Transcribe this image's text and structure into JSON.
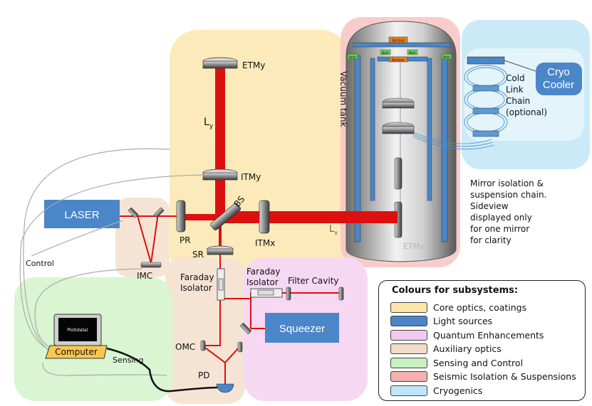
{
  "components": {
    "etmy": "ETMy",
    "itmy": "ITMy",
    "itmx": "ITMx",
    "etmx": "ETMx",
    "bs": "BS",
    "pr": "PR",
    "sr": "SR",
    "imc": "IMC",
    "omc": "OMC",
    "pd": "PD",
    "faraday_left": [
      "Faraday",
      "Isolator"
    ],
    "faraday_right": [
      "Faraday",
      "Isolator"
    ],
    "filter_cavity": "Filter Cavity",
    "laser": "LASER",
    "squeezer": "Squeezer",
    "computer": "Computer",
    "screen_text": "Plot(data)",
    "control": "Control",
    "sensing": "Sensing",
    "ly": "L",
    "ly_sub": "y",
    "lx": "L",
    "lx_sub": "x",
    "vacuum_tank": "Vacuum tank",
    "sensor_top": "Sensor",
    "sensor_mid": "Sensor",
    "actr": "Actr",
    "cryo_cooler": [
      "Cryo",
      "Cooler"
    ],
    "cold_link": [
      "Cold",
      "Link",
      "Chain",
      "(optional)"
    ]
  },
  "note": [
    "Mirror isolation &",
    "suspension chain.",
    "Sideview",
    "displayed only",
    "for one mirror",
    "for clarity"
  ],
  "legend": {
    "title": "Colours for subsystems:",
    "items": [
      {
        "label": "Core optics, coatings",
        "color": "#fde5a8"
      },
      {
        "label": "Light sources",
        "color": "#4a86c8"
      },
      {
        "label": "Quantum Enhancements",
        "color": "#f2c9ef"
      },
      {
        "label": "Auxiliary optics",
        "color": "#f0dcc8"
      },
      {
        "label": "Sensing and Control",
        "color": "#c9f0c0"
      },
      {
        "label": "Seismic Isolation & Suspensions",
        "color": "#f5b0b0"
      },
      {
        "label": "Cryogenics",
        "color": "#bfe6f7"
      }
    ]
  },
  "colors": {
    "beam": "#dd1010",
    "box_blue": "#4a86c8",
    "core": "#fde8b2",
    "quantum": "#f7d8f3",
    "aux": "#f5e4d4",
    "sensing": "#d9f5d2",
    "seismic": "#f8c7c7",
    "cryo": "#cbeaf8"
  }
}
